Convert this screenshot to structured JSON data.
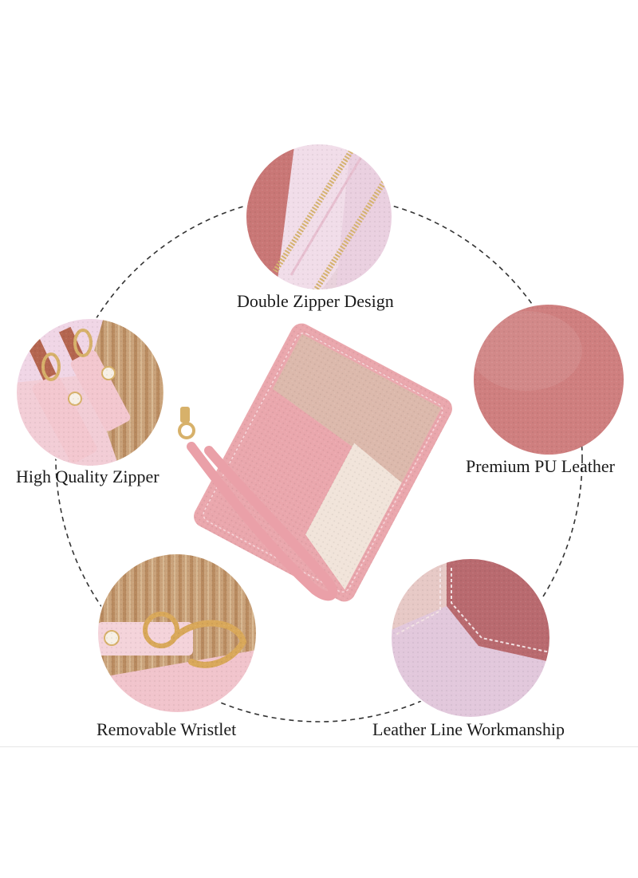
{
  "labels": {
    "double_zipper": "Double Zipper Design",
    "high_quality_zipper": "High Quality Zipper",
    "premium_leather": "Premium PU Leather",
    "removable_wristlet": "Removable Wristlet",
    "leather_line": "Leather Line Workmanship"
  },
  "icons": {
    "center": "pink-colorblock-wallet",
    "top": "double-zipper-closeup",
    "left": "zipper-pulls-closeup",
    "right": "pu-leather-texture",
    "bottom_left": "wristlet-clasp-closeup",
    "bottom_right": "stitched-leather-closeup"
  },
  "colors": {
    "wallet_pink": "#eaa7ad",
    "wallet_beige": "#dcb9ac",
    "wallet_cream": "#f1e4da",
    "leather_rose": "#cf7f7f",
    "lilac": "#e2c8dc",
    "wood": "#c79a70",
    "gold": "#d7b16a"
  }
}
